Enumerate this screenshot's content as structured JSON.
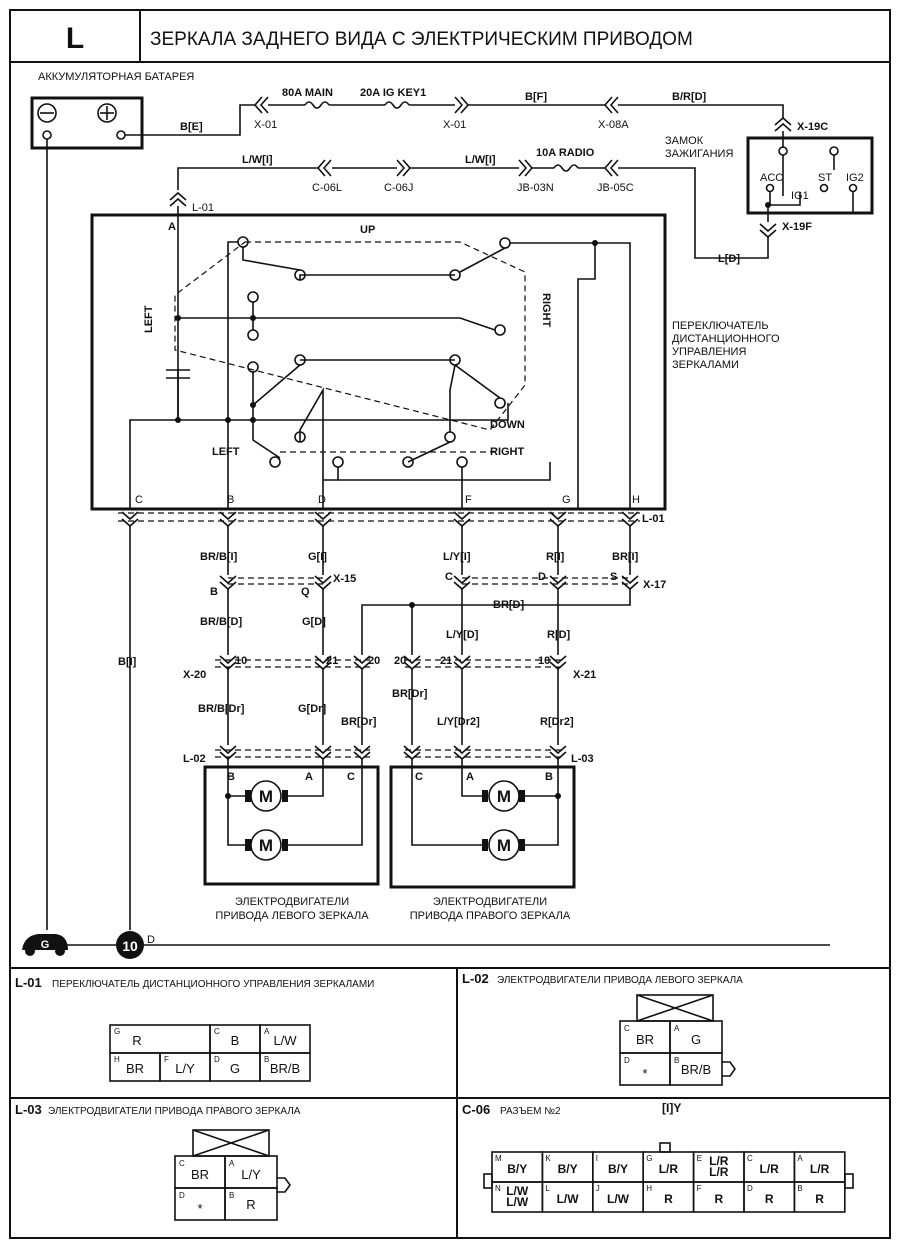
{
  "header": {
    "section_letter": "L",
    "title": "ЗЕРКАЛА ЗАДНЕГО ВИДА С ЭЛЕКТРИЧЕСКИМ ПРИВОДОМ"
  },
  "battery": {
    "label": "АККУМУЛЯТОРНАЯ БАТАРЕЯ",
    "minus": "⊖",
    "plus": "⊕"
  },
  "fuses": {
    "main": "80A MAIN",
    "ig_key": "20A IG KEY1",
    "radio": "10A RADIO"
  },
  "ignition": {
    "label_line1": "ЗАМОК",
    "label_line2": "ЗАЖИГАНИЯ",
    "acc": "ACC",
    "ig1": "IG1",
    "st": "ST",
    "ig2": "IG2"
  },
  "switch_block": {
    "label_lines": [
      "ПЕРЕКЛЮЧАТЕЛЬ",
      "ДИСТАНЦИОННОГО",
      "УПРАВЛЕНИЯ",
      "ЗЕРКАЛАМИ"
    ],
    "up": "UP",
    "down": "DOWN",
    "left": "LEFT",
    "right": "RIGHT",
    "left_vertical": "LEFT",
    "right_vertical": "RIGHT",
    "pins": [
      "A",
      "C",
      "B",
      "D",
      "F",
      "G",
      "H"
    ]
  },
  "connectors": {
    "x01": "X-01",
    "x08a": "X-08A",
    "x19c": "X-19C",
    "x19f": "X-19F",
    "c06l": "C-06L",
    "c06j": "C-06J",
    "jb03n": "JB-03N",
    "jb05c": "JB-05C",
    "l01": "L-01",
    "x15": "X-15",
    "x17": "X-17",
    "x20": "X-20",
    "x21": "X-21",
    "l02": "L-02",
    "l03": "L-03"
  },
  "wires": {
    "be": "B[E]",
    "bf": "B[F]",
    "brd": "B/R[D]",
    "lw1": "L/W[I]",
    "lw2": "L/W[I]",
    "ld": "L[D]",
    "br_b_i": "BR/B[I]",
    "g_i": "G[I]",
    "ly_i": "L/Y[I]",
    "r_i": "R[I]",
    "br_i": "BR[I]",
    "b_i": "B[I]",
    "br_b_d": "BR/B[D]",
    "g_d": "G[D]",
    "br_d": "BR[D]",
    "ly_d": "L/Y[D]",
    "r_d": "R[D]",
    "br_b_dr": "BR/B[Dr]",
    "g_dr": "G[Dr]",
    "br_dr_l": "BR[Dr]",
    "br_dr_r": "BR[Dr]",
    "ly_dr2": "L/Y[Dr2]",
    "r_dr2": "R[Dr2]"
  },
  "pin_numbers": {
    "x20_10": "10",
    "x20_21": "21",
    "x20_20": "20",
    "x21_20": "20",
    "x21_21": "21",
    "x21_10": "10",
    "x15_b": "B",
    "x15_q": "Q",
    "x17_c": "C",
    "x17_d": "D",
    "x17_s": "S"
  },
  "motors": {
    "left_label_1": "ЭЛЕКТРОДВИГАТЕЛИ",
    "left_label_2": "ПРИВОДА ЛЕВОГО ЗЕРКАЛА",
    "right_label_1": "ЭЛЕКТРОДВИГАТЕЛИ",
    "right_label_2": "ПРИВОДА ПРАВОГО ЗЕРКАЛА",
    "motor_symbol": "M",
    "left_pins": [
      "B",
      "A",
      "C"
    ],
    "right_pins": [
      "C",
      "A",
      "B"
    ]
  },
  "ground": {
    "g": "G",
    "ten": "10",
    "d": "D"
  },
  "legend": {
    "l01": {
      "code": "L-01",
      "title": "ПЕРЕКЛЮЧАТЕЛЬ ДИСТАНЦИОННОГО УПРАВЛЕНИЯ ЗЕРКАЛАМИ",
      "cells": [
        {
          "pin": "G",
          "wire": "R"
        },
        {
          "pin": "C",
          "wire": "B"
        },
        {
          "pin": "A",
          "wire": "L/W"
        },
        {
          "pin": "H",
          "wire": "BR"
        },
        {
          "pin": "F",
          "wire": "L/Y"
        },
        {
          "pin": "D",
          "wire": "G"
        },
        {
          "pin": "B",
          "wire": "BR/B"
        }
      ]
    },
    "l02": {
      "code": "L-02",
      "title": "ЭЛЕКТРОДВИГАТЕЛИ ПРИВОДА ЛЕВОГО ЗЕРКАЛА",
      "cells": [
        {
          "pin": "C",
          "wire": "BR"
        },
        {
          "pin": "A",
          "wire": "G"
        },
        {
          "pin": "D",
          "wire": "*"
        },
        {
          "pin": "B",
          "wire": "BR/B"
        }
      ]
    },
    "l03": {
      "code": "L-03",
      "title": "ЭЛЕКТРОДВИГАТЕЛИ ПРИВОДА ПРАВОГО ЗЕРКАЛА",
      "cells": [
        {
          "pin": "C",
          "wire": "BR"
        },
        {
          "pin": "A",
          "wire": "L/Y"
        },
        {
          "pin": "D",
          "wire": "*"
        },
        {
          "pin": "B",
          "wire": "R"
        }
      ]
    },
    "c06": {
      "code": "C-06",
      "title": "РАЗЪЕМ №2",
      "type": "[I]Y",
      "top": [
        {
          "pin": "M",
          "wire": "B/Y"
        },
        {
          "pin": "K",
          "wire": "B/Y"
        },
        {
          "pin": "I",
          "wire": "B/Y"
        },
        {
          "pin": "G",
          "wire": "L/R"
        },
        {
          "pin": "E",
          "wire": "L/R\nL/R"
        },
        {
          "pin": "C",
          "wire": "L/R"
        },
        {
          "pin": "A",
          "wire": "L/R"
        }
      ],
      "bottom": [
        {
          "pin": "N",
          "wire": "L/W\nL/W"
        },
        {
          "pin": "L",
          "wire": "L/W"
        },
        {
          "pin": "J",
          "wire": "L/W"
        },
        {
          "pin": "H",
          "wire": "R"
        },
        {
          "pin": "F",
          "wire": "R"
        },
        {
          "pin": "D",
          "wire": "R"
        },
        {
          "pin": "B",
          "wire": "R"
        }
      ]
    }
  }
}
